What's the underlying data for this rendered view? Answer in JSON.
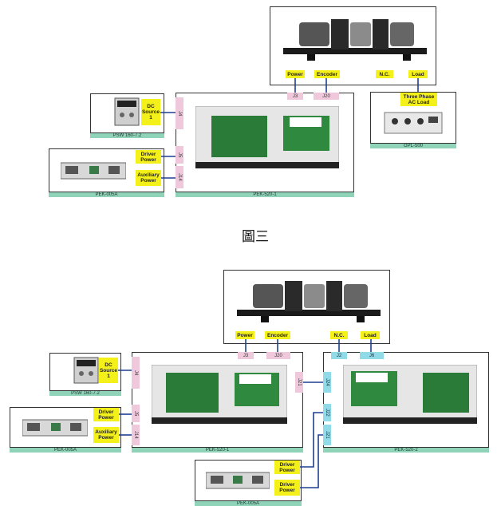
{
  "caption": "圖三",
  "fig1": {
    "motor_labels": {
      "power": "Power",
      "encoder": "Encoder",
      "nc": "N.C.",
      "load": "Load"
    },
    "ports_top": {
      "j3": "J3",
      "j20": "J20"
    },
    "dc_source": "DC Source 1",
    "psw_title": "PSW 160-7.2",
    "driver_power": "Driver Power",
    "aux_power": "Auxiliary Power",
    "pek005a_title": "PEK-005A",
    "pek520_title": "PEK-520-1",
    "ports_left": {
      "j4": "J4",
      "j5": "J5",
      "j14": "J14"
    },
    "three_phase": "Three Phase AC Load",
    "gpl_title": "GPL-500"
  },
  "fig2": {
    "motor_labels": {
      "power": "Power",
      "encoder": "Encoder",
      "nc": "N.C.",
      "load": "Load"
    },
    "ports_top": {
      "j3": "J3",
      "j20": "J20",
      "j2": "J2",
      "j6": "J6"
    },
    "dc_source": "DC Source 1",
    "psw_title": "PSW 160-7.2",
    "driver_power": "Driver Power",
    "aux_power": "Auxiliary Power",
    "pek005a_title": "PEK-005A",
    "pek520_1_title": "PEK-520-1",
    "pek520_2_title": "PEK-520-2",
    "ports_left": {
      "j4": "J4",
      "j5": "J5",
      "j14": "J14"
    },
    "ports_mid": {
      "j21a": "J21",
      "j24": "J24",
      "j22": "J22",
      "j21b": "J21"
    },
    "driver_power_b1": "Driver Power",
    "driver_power_b2": "Driver Power",
    "pek005a_b_title": "PEK-005A"
  },
  "colors": {
    "wire": "#1f3f8f",
    "yellow": "#f4f01a",
    "pink": "#efc8dc",
    "teal": "#8fd3b8",
    "cyan": "#90dbe7"
  }
}
